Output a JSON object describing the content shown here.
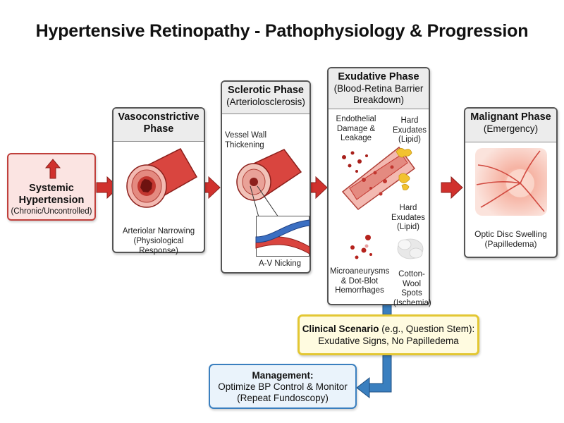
{
  "title": "Hypertensive Retinopathy - Pathophysiology & Progression",
  "start": {
    "title": "Systemic Hypertension",
    "subtitle": "(Chronic/Uncontrolled)"
  },
  "phases": [
    {
      "title": "Vasoconstrictive Phase",
      "subtitle": "",
      "labels": [
        "Arteriolar Narrowing",
        "(Physiological Response)"
      ]
    },
    {
      "title": "Sclerotic Phase",
      "subtitle": "(Arteriolosclerosis)",
      "labels": [
        "Vessel Wall Thickening",
        "A-V Nicking"
      ]
    },
    {
      "title": "Exudative Phase",
      "subtitle": "(Blood-Retina Barrier Breakdown)",
      "labels": [
        "Endothelial Damage & Leakage",
        "Hard Exudates (Lipid)",
        "Hard Exudates (Lipid)",
        "Microaneurysms & Dot-Blot Hemorrhages",
        "Cotton-Wool Spots (Ischemia)"
      ]
    },
    {
      "title": "Malignant Phase",
      "subtitle": "(Emergency)",
      "labels": [
        "Optic Disc Swelling",
        "(Papilledema)"
      ]
    }
  ],
  "clinical": {
    "bold": "Clinical Scenario",
    "rest": " (e.g., Question Stem):",
    "line2": "Exudative Signs, No Papilledema"
  },
  "management": {
    "bold": "Management:",
    "line2": "Optimize BP Control & Monitor",
    "line3": "(Repeat Fundoscopy)"
  },
  "colors": {
    "arrow_red": "#d0312d",
    "vessel_red": "#d9453f",
    "vein_blue": "#3b6fc2",
    "clinical_border": "#e3c733",
    "mgmt_border": "#3a7fbf"
  }
}
